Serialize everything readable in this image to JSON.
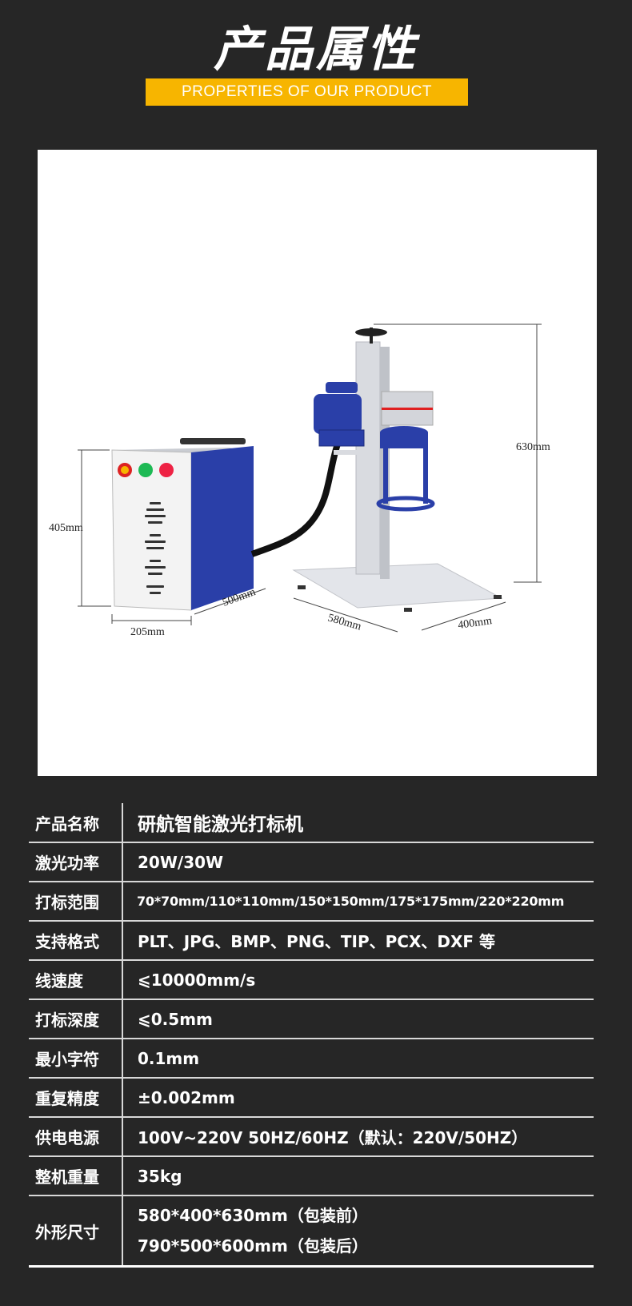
{
  "header": {
    "title": "产品属性",
    "subtitle": "PROPERTIES OF OUR PRODUCT"
  },
  "figure": {
    "dimensions": [
      "405mm",
      "205mm",
      "500mm",
      "580mm",
      "400mm",
      "630mm"
    ]
  },
  "specs": [
    {
      "label": "产品名称",
      "value": "研航智能激光打标机"
    },
    {
      "label": "激光功率",
      "value": "20W/30W"
    },
    {
      "label": "打标范围",
      "value": "70*70mm/110*110mm/150*150mm/175*175mm/220*220mm"
    },
    {
      "label": "支持格式",
      "value": "PLT、JPG、BMP、PNG、TIP、PCX、DXF 等"
    },
    {
      "label": "线速度",
      "value": "⩽10000mm/s"
    },
    {
      "label": "打标深度",
      "value": "⩽0.5mm"
    },
    {
      "label": "最小字符",
      "value": "0.1mm"
    },
    {
      "label": "重复精度",
      "value": "±0.002mm"
    },
    {
      "label": "供电电源",
      "value": "100V~220V  50HZ/60HZ（默认：220V/50HZ）"
    },
    {
      "label": "整机重量",
      "value": "35kg"
    },
    {
      "label": "外形尺寸",
      "lines": [
        "580*400*630mm（包装前）",
        "790*500*600mm（包装后）"
      ]
    }
  ],
  "colors": {
    "background": "#262626",
    "accent": "#f7b500",
    "machine_blue": "#2a3fa8"
  }
}
